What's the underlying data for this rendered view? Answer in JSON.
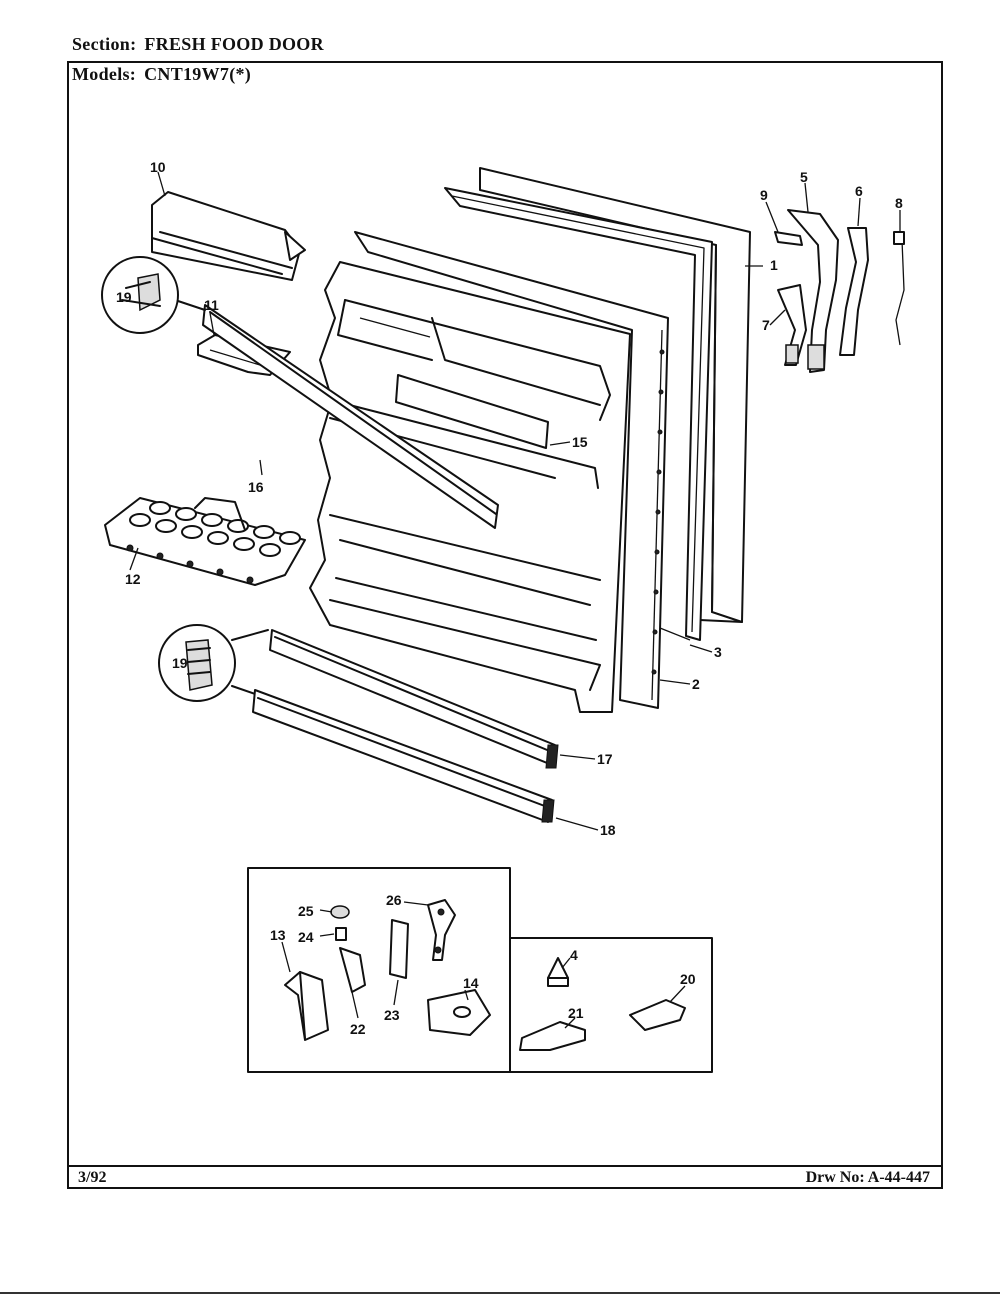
{
  "header": {
    "section_label": "Section:",
    "section_value": "FRESH FOOD DOOR",
    "models_label": "Models:",
    "models_value": "CNT19W7(*)"
  },
  "footer": {
    "date": "3/92",
    "drawing_number": "Drw No: A-44-447"
  },
  "callouts": {
    "c1": "1",
    "c2": "2",
    "c3": "3",
    "c4": "4",
    "c5": "5",
    "c6": "6",
    "c7": "7",
    "c8": "8",
    "c9": "9",
    "c10": "10",
    "c11": "11",
    "c12": "12",
    "c13": "13",
    "c14": "14",
    "c15": "15",
    "c16": "16",
    "c17": "17",
    "c18": "18",
    "c19a": "19",
    "c19b": "19",
    "c20": "20",
    "c21": "21",
    "c22": "22",
    "c23": "23",
    "c24": "24",
    "c25": "25",
    "c26": "26"
  }
}
